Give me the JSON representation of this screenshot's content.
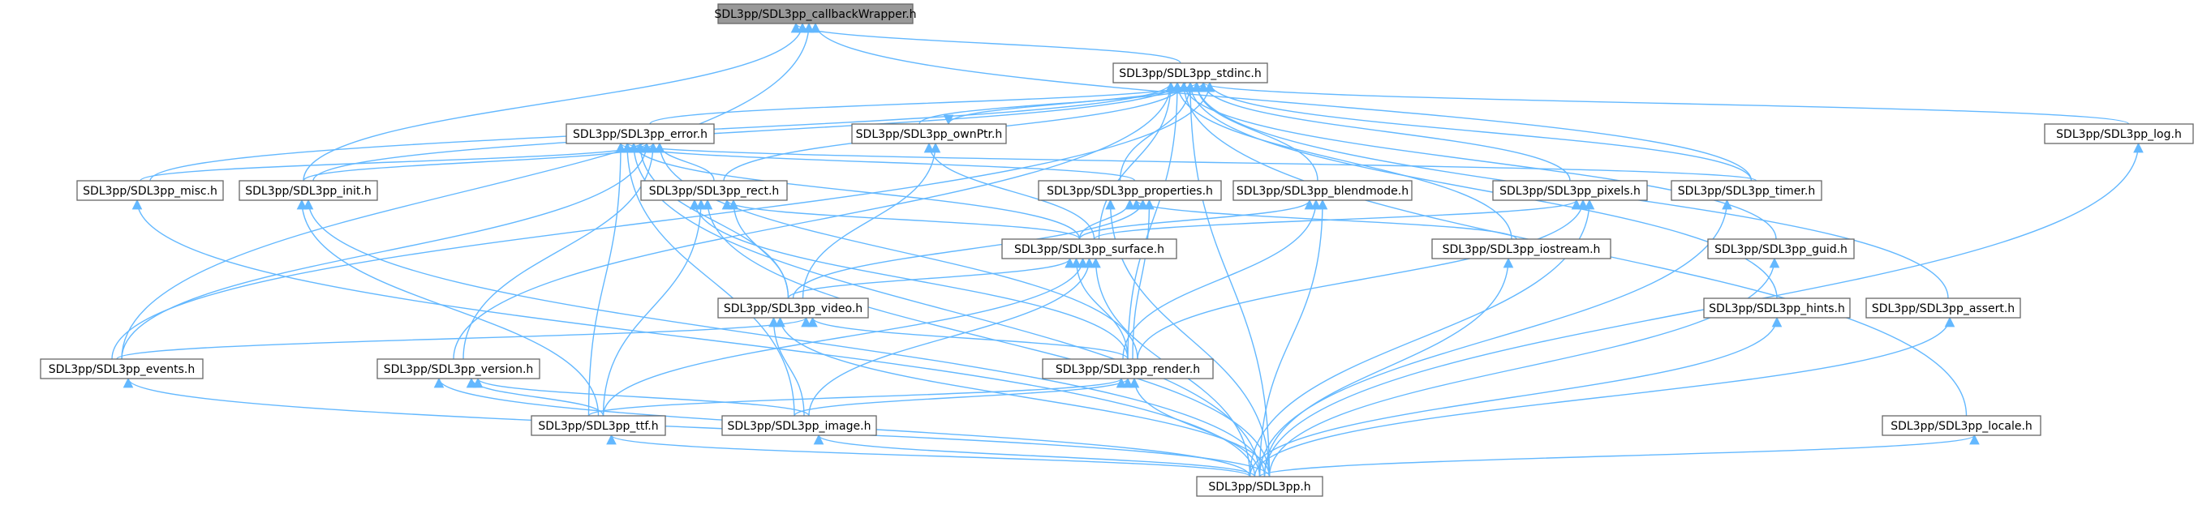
{
  "nodes": {
    "callback": "SDL3pp/SDL3pp_callbackWrapper.h",
    "stdinc": "SDL3pp/SDL3pp_stdinc.h",
    "error": "SDL3pp/SDL3pp_error.h",
    "ownptr": "SDL3pp/SDL3pp_ownPtr.h",
    "log": "SDL3pp/SDL3pp_log.h",
    "misc": "SDL3pp/SDL3pp_misc.h",
    "init": "SDL3pp/SDL3pp_init.h",
    "rect": "SDL3pp/SDL3pp_rect.h",
    "properties": "SDL3pp/SDL3pp_properties.h",
    "blendmode": "SDL3pp/SDL3pp_blendmode.h",
    "pixels": "SDL3pp/SDL3pp_pixels.h",
    "timer": "SDL3pp/SDL3pp_timer.h",
    "surface": "SDL3pp/SDL3pp_surface.h",
    "iostream": "SDL3pp/SDL3pp_iostream.h",
    "guid": "SDL3pp/SDL3pp_guid.h",
    "video": "SDL3pp/SDL3pp_video.h",
    "hints": "SDL3pp/SDL3pp_hints.h",
    "assert": "SDL3pp/SDL3pp_assert.h",
    "events": "SDL3pp/SDL3pp_events.h",
    "version": "SDL3pp/SDL3pp_version.h",
    "render": "SDL3pp/SDL3pp_render.h",
    "ttf": "SDL3pp/SDL3pp_ttf.h",
    "image": "SDL3pp/SDL3pp_image.h",
    "locale": "SDL3pp/SDL3pp_locale.h",
    "sdl3pp": "SDL3pp/SDL3pp.h"
  },
  "edges": [
    [
      "stdinc",
      "callback"
    ],
    [
      "init",
      "callback"
    ],
    [
      "events",
      "callback"
    ],
    [
      "timer",
      "callback"
    ],
    [
      "error",
      "stdinc"
    ],
    [
      "ownptr",
      "stdinc"
    ],
    [
      "stdinc",
      "ownptr"
    ],
    [
      "misc",
      "stdinc"
    ],
    [
      "init",
      "stdinc"
    ],
    [
      "rect",
      "stdinc"
    ],
    [
      "properties",
      "stdinc"
    ],
    [
      "blendmode",
      "stdinc"
    ],
    [
      "pixels",
      "stdinc"
    ],
    [
      "timer",
      "stdinc"
    ],
    [
      "surface",
      "stdinc"
    ],
    [
      "iostream",
      "stdinc"
    ],
    [
      "guid",
      "stdinc"
    ],
    [
      "hints",
      "stdinc"
    ],
    [
      "assert",
      "stdinc"
    ],
    [
      "log",
      "stdinc"
    ],
    [
      "events",
      "stdinc"
    ],
    [
      "version",
      "stdinc"
    ],
    [
      "render",
      "stdinc"
    ],
    [
      "locale",
      "stdinc"
    ],
    [
      "sdl3pp",
      "stdinc"
    ],
    [
      "misc",
      "error"
    ],
    [
      "init",
      "error"
    ],
    [
      "rect",
      "error"
    ],
    [
      "properties",
      "error"
    ],
    [
      "timer",
      "error"
    ],
    [
      "surface",
      "error"
    ],
    [
      "video",
      "error"
    ],
    [
      "events",
      "error"
    ],
    [
      "version",
      "error"
    ],
    [
      "render",
      "error"
    ],
    [
      "ttf",
      "error"
    ],
    [
      "image",
      "error"
    ],
    [
      "sdl3pp",
      "error"
    ],
    [
      "surface",
      "ownptr"
    ],
    [
      "video",
      "ownptr"
    ],
    [
      "surface",
      "rect"
    ],
    [
      "video",
      "rect"
    ],
    [
      "render",
      "rect"
    ],
    [
      "ttf",
      "rect"
    ],
    [
      "sdl3pp",
      "rect"
    ],
    [
      "surface",
      "properties"
    ],
    [
      "iostream",
      "properties"
    ],
    [
      "video",
      "properties"
    ],
    [
      "render",
      "properties"
    ],
    [
      "sdl3pp",
      "properties"
    ],
    [
      "surface",
      "blendmode"
    ],
    [
      "render",
      "blendmode"
    ],
    [
      "sdl3pp",
      "blendmode"
    ],
    [
      "surface",
      "pixels"
    ],
    [
      "render",
      "pixels"
    ],
    [
      "sdl3pp",
      "pixels"
    ],
    [
      "video",
      "surface"
    ],
    [
      "render",
      "surface"
    ],
    [
      "ttf",
      "surface"
    ],
    [
      "image",
      "surface"
    ],
    [
      "sdl3pp",
      "surface"
    ],
    [
      "events",
      "video"
    ],
    [
      "render",
      "video"
    ],
    [
      "image",
      "video"
    ],
    [
      "sdl3pp",
      "video"
    ],
    [
      "ttf",
      "render"
    ],
    [
      "image",
      "render"
    ],
    [
      "sdl3pp",
      "render"
    ],
    [
      "ttf",
      "version"
    ],
    [
      "image",
      "version"
    ],
    [
      "sdl3pp",
      "version"
    ],
    [
      "sdl3pp",
      "misc"
    ],
    [
      "ttf",
      "init"
    ],
    [
      "sdl3pp",
      "init"
    ],
    [
      "sdl3pp",
      "events"
    ],
    [
      "sdl3pp",
      "ttf"
    ],
    [
      "sdl3pp",
      "image"
    ],
    [
      "sdl3pp",
      "timer"
    ],
    [
      "sdl3pp",
      "iostream"
    ],
    [
      "sdl3pp",
      "guid"
    ],
    [
      "sdl3pp",
      "hints"
    ],
    [
      "sdl3pp",
      "assert"
    ],
    [
      "sdl3pp",
      "locale"
    ],
    [
      "sdl3pp",
      "log"
    ]
  ]
}
